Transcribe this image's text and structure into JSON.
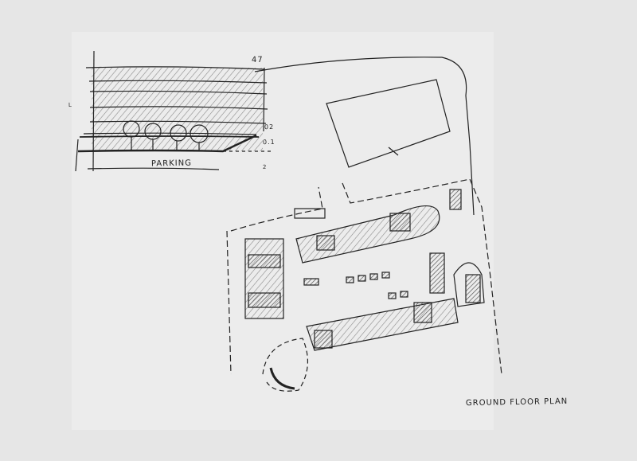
{
  "section": {
    "label": "PARKING",
    "level_top": "47",
    "level_mid": "02",
    "level_low": "0.1",
    "level_side": "L",
    "level_bottom": "2"
  },
  "plan": {
    "title": "GROUND FLOOR PLAN"
  },
  "colors": {
    "paper": "#e6e6e6",
    "ink": "#222222",
    "hatch": "#8a8a8a"
  }
}
